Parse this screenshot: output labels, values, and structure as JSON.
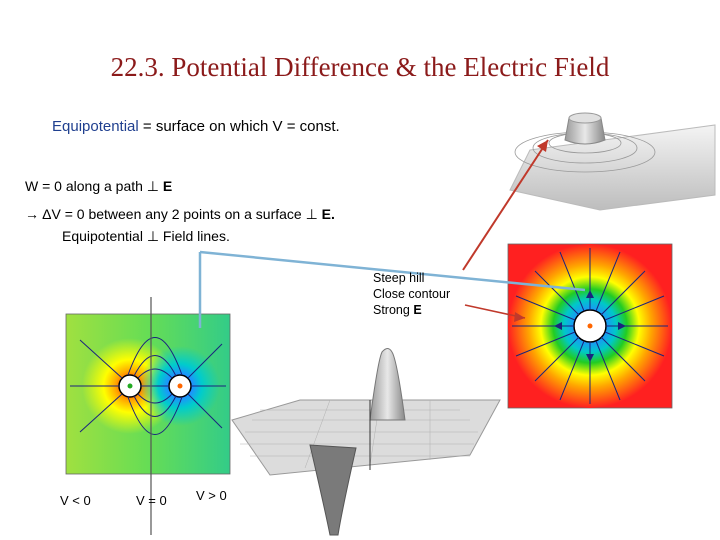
{
  "title": "22.3. Potential Difference & the Electric Field",
  "definition": {
    "term": "Equipotential",
    "text": " = surface on which V = const."
  },
  "statements": {
    "line1_prefix": "W = 0 along a path ⊥ ",
    "line1_bold": "E",
    "line2_prefix": "→   ΔV = 0 between any 2 points on a surface ⊥ ",
    "line2_bold": "E.",
    "line3": "Equipotential ⊥  Field lines."
  },
  "annotation": {
    "line1": "Steep hill",
    "line2": "Close contour",
    "line3_prefix": "Strong  ",
    "line3_bold": "E"
  },
  "labels": {
    "v_neg": "V < 0",
    "v_zero": "V = 0",
    "v_pos": "V > 0"
  },
  "colors": {
    "title": "#8b1a1a",
    "term": "#1f3f8f",
    "pointer_red": "#c0392b",
    "pointer_blue": "#7fb3d5"
  }
}
